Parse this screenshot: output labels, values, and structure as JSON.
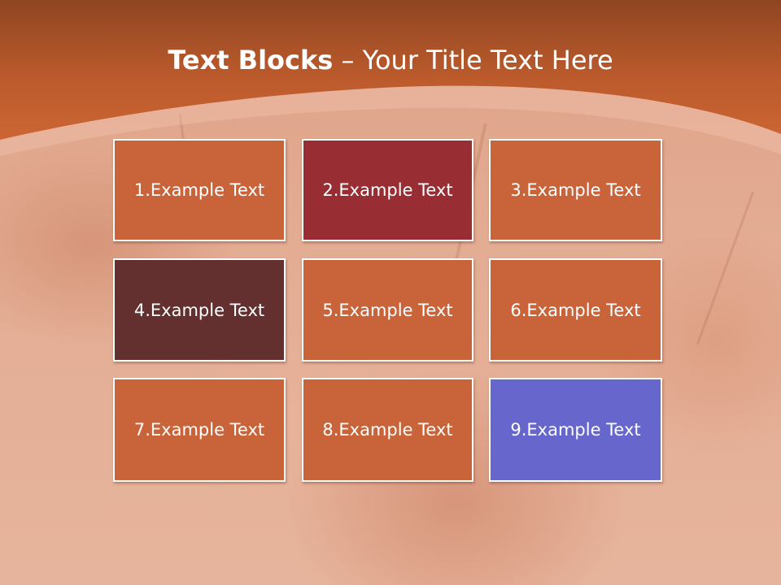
{
  "title": {
    "bold": "Text Blocks",
    "separator": " – ",
    "rest": "Your Title Text Here"
  },
  "colors": {
    "header": "#c3602f",
    "block_default": "#c9643a",
    "block_red": "#982e33",
    "block_brown": "#632f2f",
    "block_blue": "#6766cc"
  },
  "blocks": [
    {
      "label": "1.Example Text",
      "color": "#c9643a"
    },
    {
      "label": "2.Example Text",
      "color": "#982e33"
    },
    {
      "label": "3.Example Text",
      "color": "#c9643a"
    },
    {
      "label": "4.Example Text",
      "color": "#632f2f"
    },
    {
      "label": "5.Example Text",
      "color": "#c9643a"
    },
    {
      "label": "6.Example Text",
      "color": "#c9643a"
    },
    {
      "label": "7.Example Text",
      "color": "#c9643a"
    },
    {
      "label": "8.Example Text",
      "color": "#c9643a"
    },
    {
      "label": "9.Example Text",
      "color": "#6766cc"
    }
  ]
}
